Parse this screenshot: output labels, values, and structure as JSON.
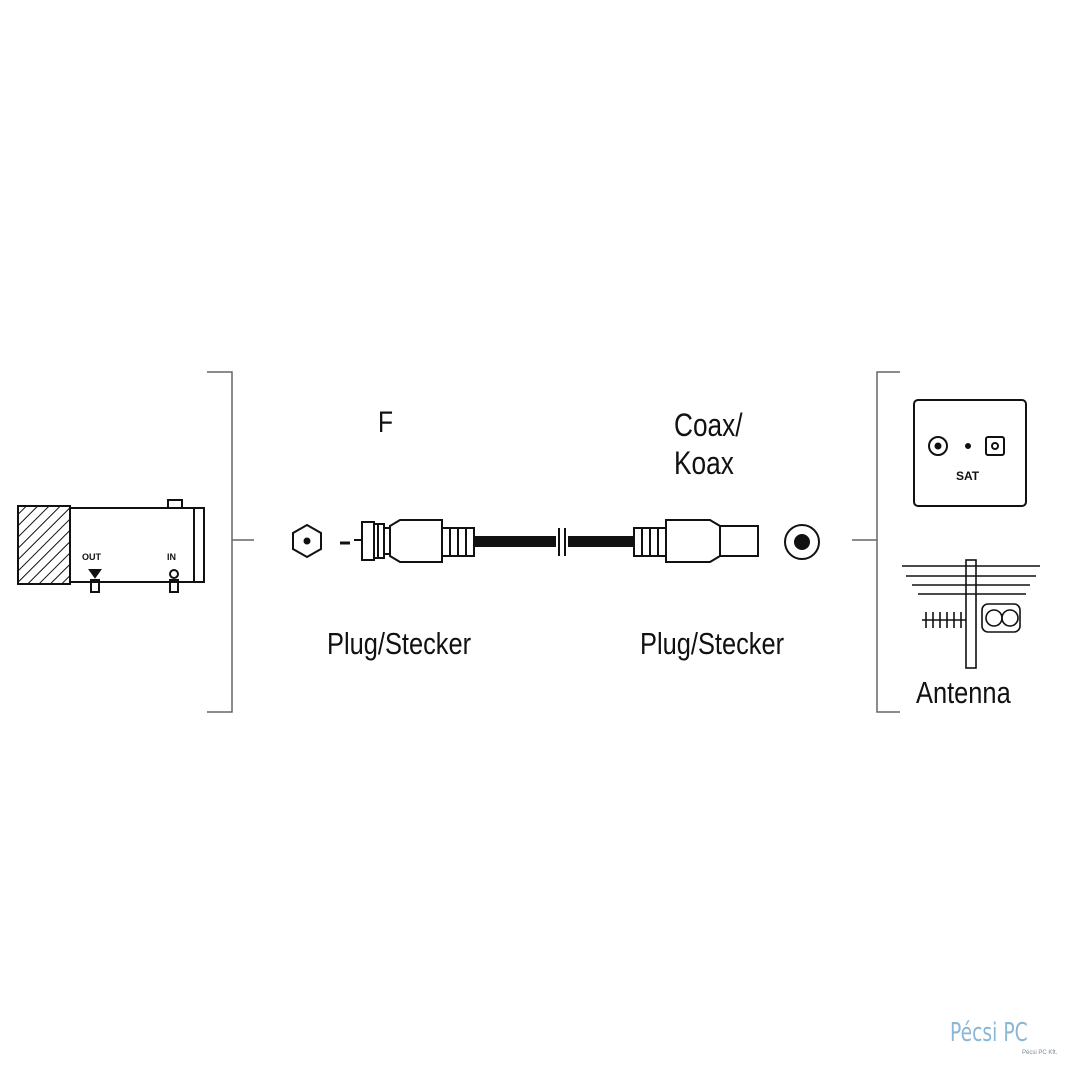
{
  "labels": {
    "f": "F",
    "coax": "Coax/\nKoax",
    "plug_left": "Plug/Stecker",
    "plug_right": "Plug/Stecker",
    "antenna": "Antenna"
  },
  "device": {
    "out": "OUT",
    "in": "IN"
  },
  "wall_socket": {
    "sat": "SAT"
  },
  "logo": {
    "text": "Pécsi PC",
    "sub": "Pécsi PC Kft."
  }
}
